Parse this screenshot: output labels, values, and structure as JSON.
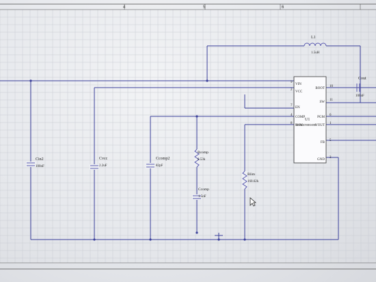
{
  "top_ruler": [
    "4",
    "5",
    "6"
  ],
  "parts": {
    "l1": {
      "ref": "L1",
      "value": "1.5uH"
    },
    "cout": {
      "ref": "Cout",
      "value": "100nF"
    },
    "cin2": {
      "ref": "Cin2",
      "value": "100nF"
    },
    "cvcc": {
      "ref": "Cvcc",
      "value": "2.2uF"
    },
    "ccomp2": {
      "ref": "Ccomp2",
      "value": "82pF"
    },
    "rcomp": {
      "ref": "Rcomp",
      "value": "8.53k"
    },
    "ccomp": {
      "ref": "Ccomp",
      "value": "1.5nF"
    },
    "rlim": {
      "ref": "Rlim",
      "value": "160.62k"
    }
  },
  "ic": {
    "ref": "U1",
    "part_number": "TPS61090RSHR",
    "left_pins": [
      {
        "name": "VIN",
        "num": "9"
      },
      {
        "name": "VCC",
        "num": "2"
      },
      {
        "name": "EN",
        "num": "7"
      },
      {
        "name": "COMP",
        "num": "4"
      },
      {
        "name": "ILIM",
        "num": "8"
      }
    ],
    "right_pins": [
      {
        "name": "BOOT",
        "num": "10"
      },
      {
        "name": "SW",
        "num": "11"
      },
      {
        "name": "PGM",
        "num": "6"
      },
      {
        "name": "VOUT",
        "num": "1"
      },
      {
        "name": "FB",
        "num": "5"
      },
      {
        "name": "GND",
        "num": "3"
      }
    ]
  },
  "colors": {
    "wire": "#3a3f9a",
    "component": "#5a5ab0",
    "grid": "#c9ccd3"
  }
}
